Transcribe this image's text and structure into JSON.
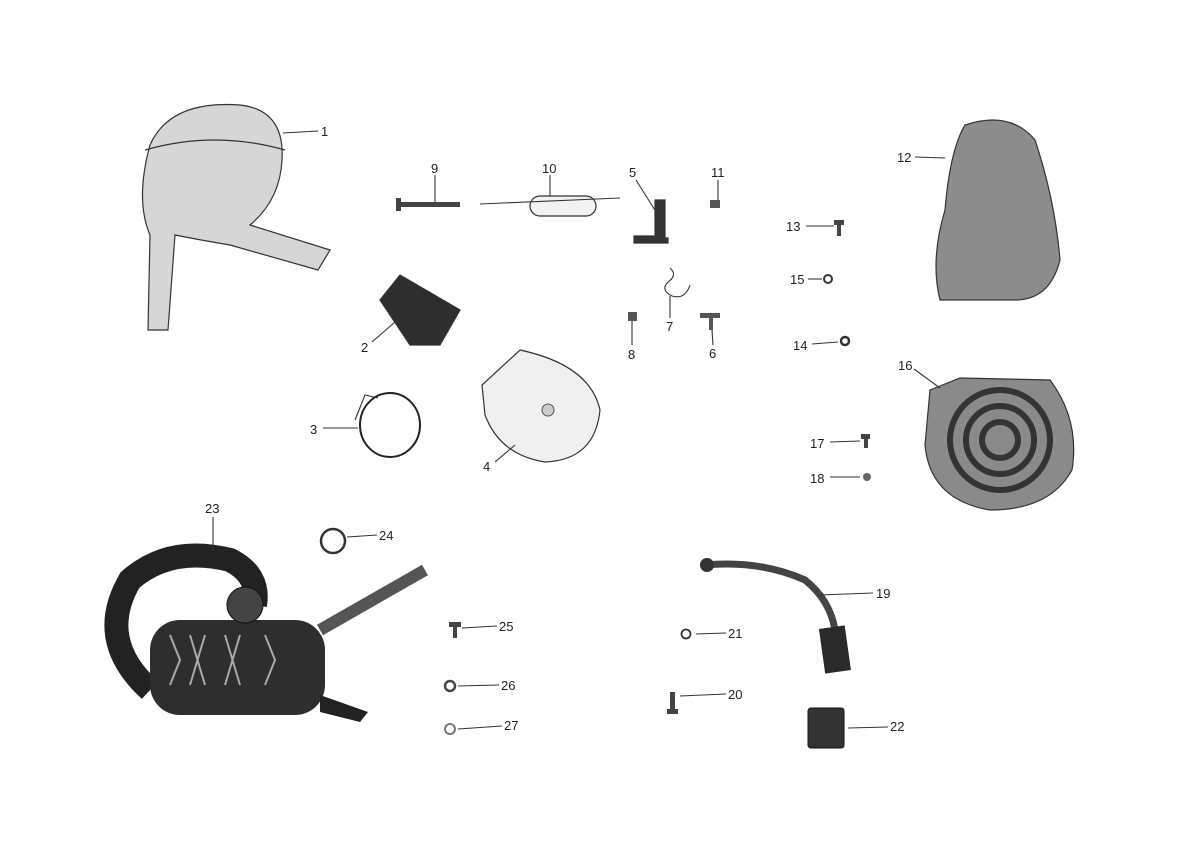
{
  "diagram": {
    "type": "exploded parts diagram",
    "callouts": [
      "1",
      "2",
      "3",
      "4",
      "5",
      "6",
      "7",
      "8",
      "9",
      "10",
      "11",
      "12",
      "13",
      "14",
      "15",
      "16",
      "17",
      "18",
      "19",
      "20",
      "21",
      "22",
      "23",
      "24",
      "25",
      "26",
      "27"
    ]
  },
  "colors": {
    "ink": "#333333",
    "part_fill_light": "#cfcfcf",
    "part_fill_dark": "#3a3a3a",
    "paper": "#ffffff"
  }
}
